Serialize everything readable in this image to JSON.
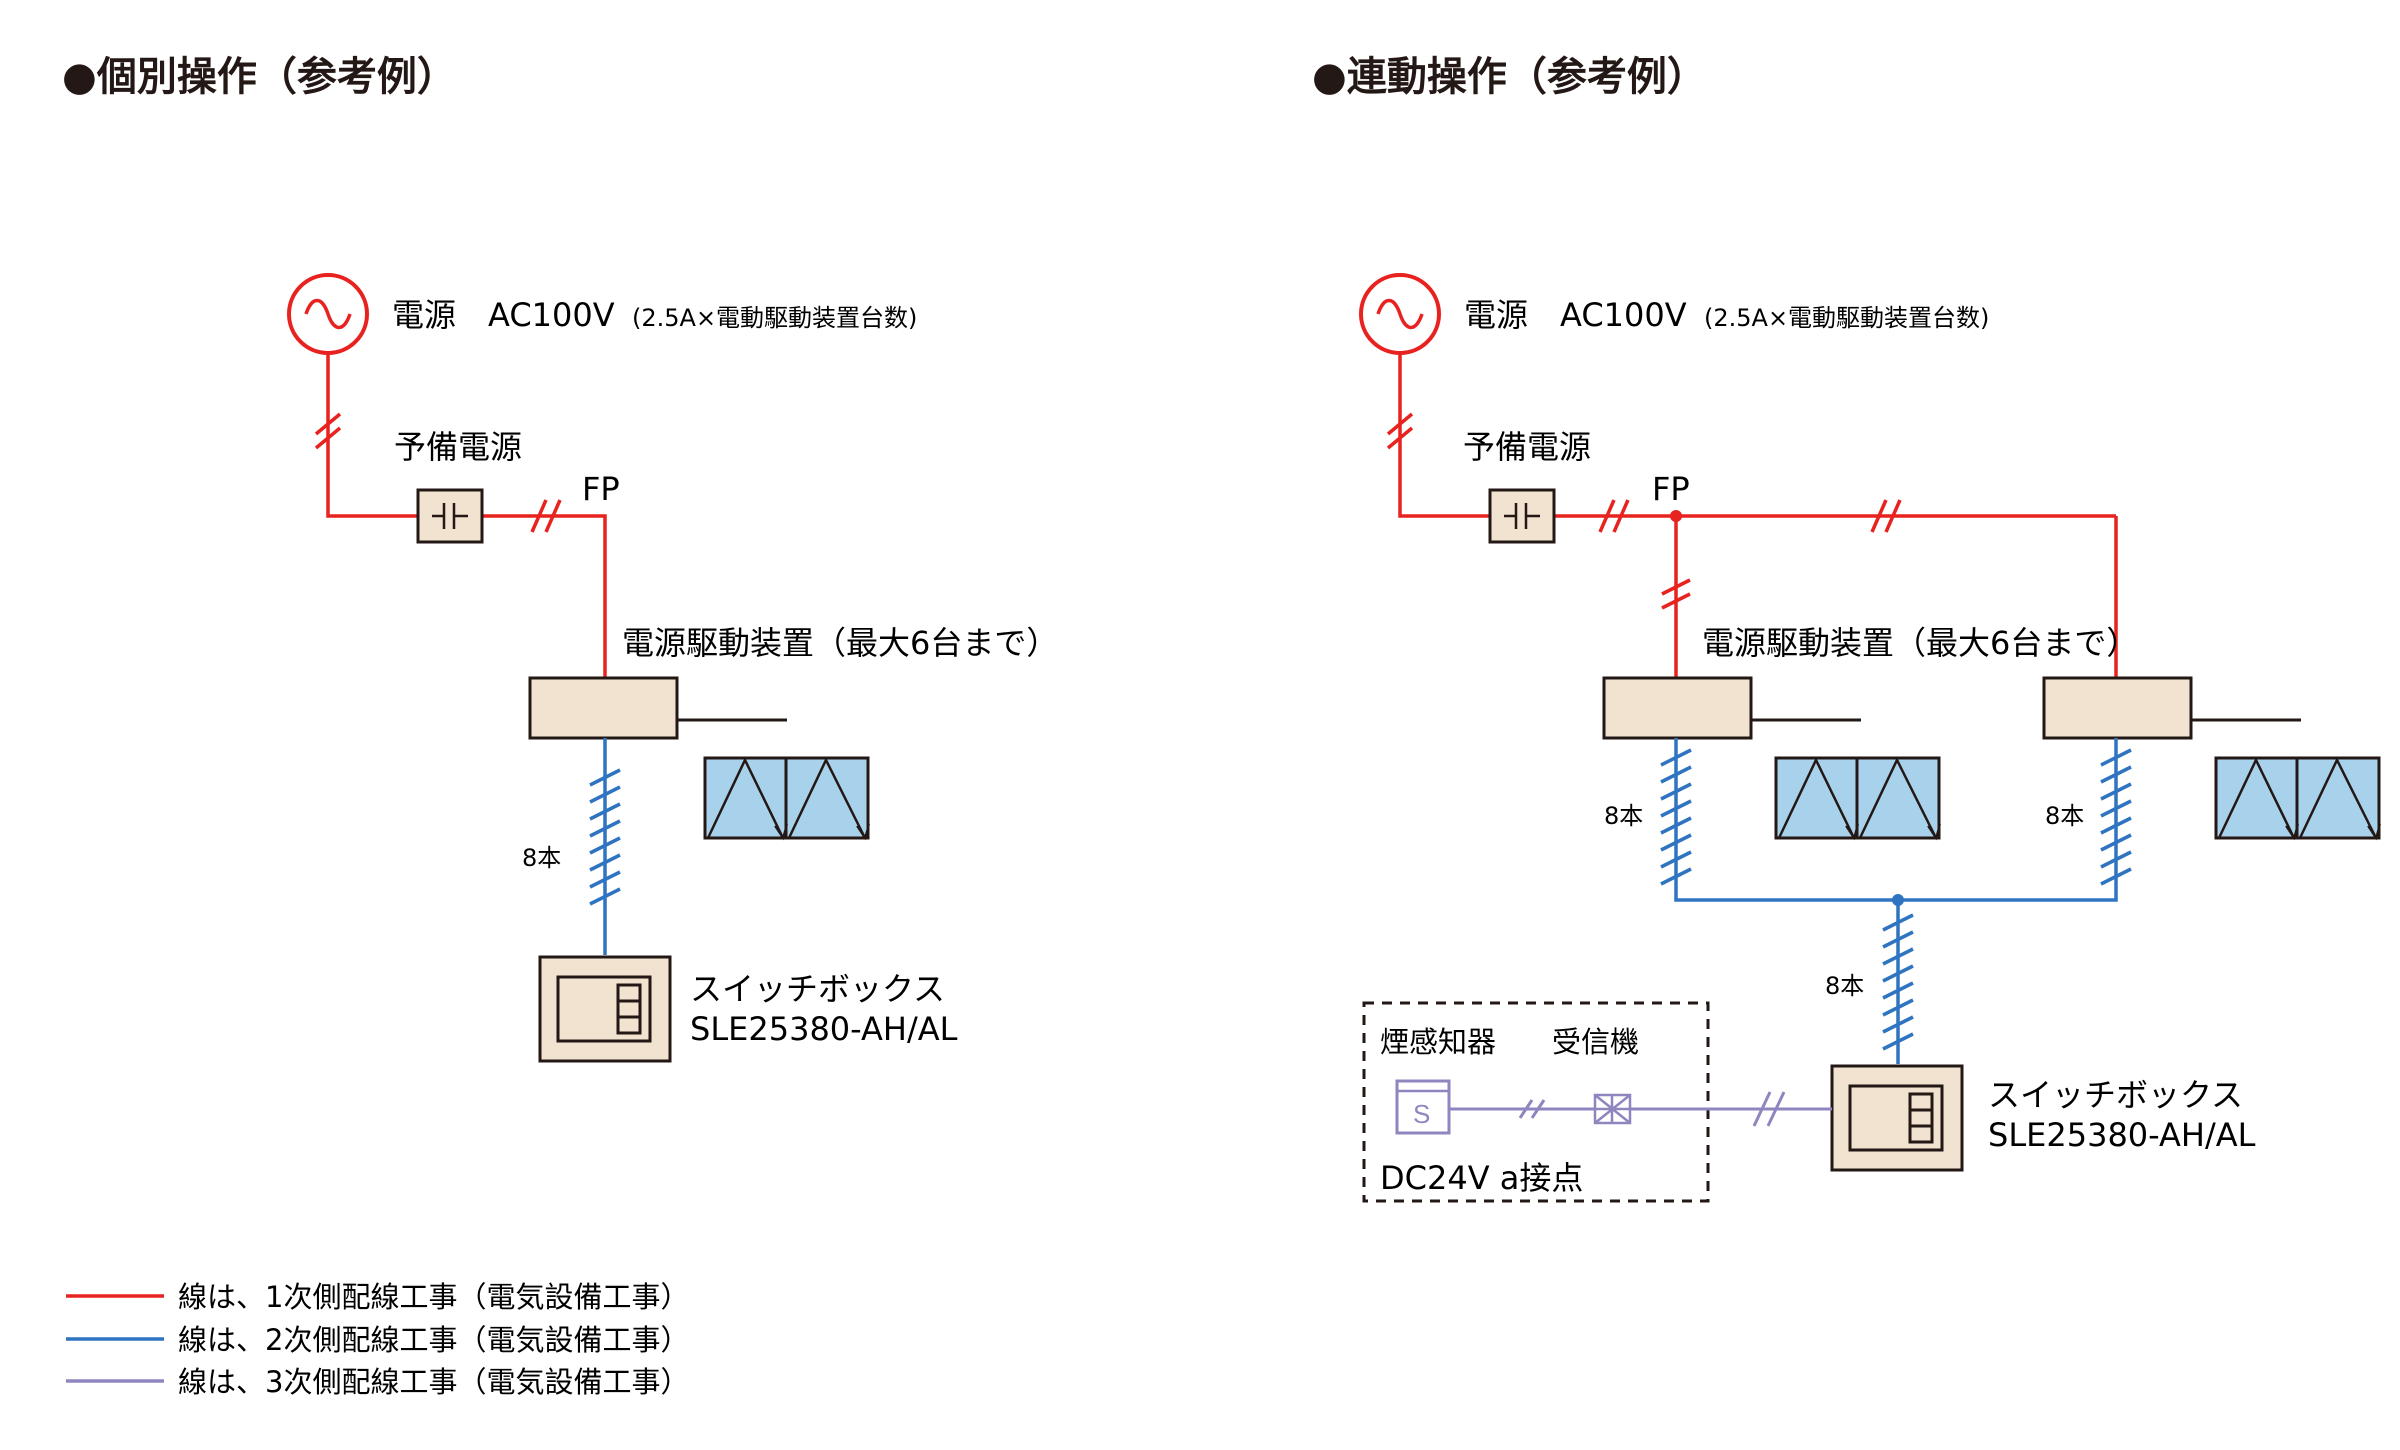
{
  "colors": {
    "primary_wire": "#e8221e",
    "secondary_wire": "#2f74c0",
    "tertiary_wire": "#8f86c0",
    "device_fill": "#f1e3cf",
    "window_fill": "#a8d2ec",
    "text": "#231815"
  },
  "left": {
    "title": "●個別操作（参考例）",
    "power_label": "電源　AC100V",
    "power_note": "(2.5A×電動駆動装置台数)",
    "backup_label": "予備電源",
    "fp_label": "FP",
    "unit_label": "電源駆動装置（最大6台まで）",
    "wire_count": "8本",
    "switch_name": "スイッチボックス",
    "switch_model": "SLE25380-AH/AL"
  },
  "right": {
    "title": "●連動操作（参考例）",
    "power_label": "電源　AC100V",
    "power_note": "(2.5A×電動駆動装置台数)",
    "backup_label": "予備電源",
    "fp_label": "FP",
    "unit_label": "電源駆動装置（最大6台まで）",
    "wire_count_a": "8本",
    "wire_count_b": "8本",
    "wire_count_c": "8本",
    "smoke_label": "煙感知器",
    "receiver_label": "受信機",
    "smoke_symbol": "S",
    "contact_label": "DC24V a接点",
    "switch_name": "スイッチボックス",
    "switch_model": "SLE25380-AH/AL"
  },
  "legend": [
    {
      "text": "線は、1次側配線工事（電気設備工事）",
      "color": "#e8221e"
    },
    {
      "text": "線は、2次側配線工事（電気設備工事）",
      "color": "#2f74c0"
    },
    {
      "text": "線は、3次側配線工事（電気設備工事）",
      "color": "#8f86c0"
    }
  ]
}
